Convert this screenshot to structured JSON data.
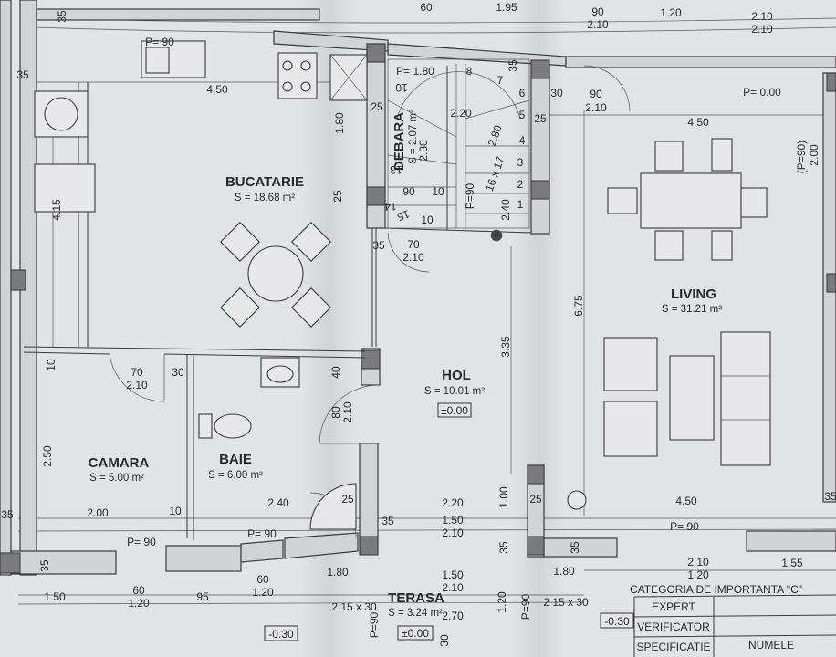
{
  "rooms": {
    "bucatarie": {
      "name": "BUCATARIE",
      "area": "S = 18.68 m²"
    },
    "debara": {
      "name": "DEBARA",
      "area": "S = 2.07 m²"
    },
    "hol": {
      "name": "HOL",
      "area": "S = 10.01 m²"
    },
    "living": {
      "name": "LIVING",
      "area": "S = 31.21 m²"
    },
    "camara": {
      "name": "CAMARA",
      "area": "S = 5.00 m²"
    },
    "baie": {
      "name": "BAIE",
      "area": "S = 6.00 m²"
    },
    "terasa": {
      "name": "TERASA",
      "area": "S = 3.24 m²"
    }
  },
  "levels": {
    "hol": "±0.00",
    "terasa": "±0.00",
    "left": "-0.30",
    "right": "-0.30"
  },
  "stair": {
    "steps": [
      "1",
      "2",
      "3",
      "4",
      "5",
      "6",
      "7",
      "8",
      "10",
      "13",
      "14",
      "15"
    ],
    "spec": "16 x 17",
    "run": "2.80"
  },
  "dims": [
    "60",
    "1.95",
    "90",
    "2.10",
    "1.20",
    "2.10",
    "2.10",
    "35",
    "P= 90",
    "4.50",
    "P= 1.80",
    "35",
    "30",
    "90",
    "2.10",
    "P= 0.00",
    "4.50",
    "(P=90)",
    "2.00",
    "35",
    "1.80",
    "25",
    "2.20",
    "4.15",
    "25",
    "90",
    "10",
    "35",
    "70",
    "2.10",
    "2.40",
    "P=90",
    "6.75",
    "3.35",
    "10",
    "70",
    "2.10",
    "30",
    "40",
    "80",
    "2.10",
    "2.50",
    "2.00",
    "10",
    "2.40",
    "25",
    "2.20",
    "1.50",
    "2.10",
    "35",
    "1.00",
    "25",
    "4.50",
    "P= 90",
    "35",
    "P= 90",
    "P= 90",
    "35",
    "35",
    "1.50",
    "60",
    "1.20",
    "95",
    "60",
    "1.20",
    "1.80",
    "1.50",
    "2.10",
    "2.70",
    "1.80",
    "1.20",
    "P=90",
    "2 15 x 30",
    "2 15 x 30",
    "P=90",
    "30",
    "35",
    "35",
    "2.10",
    "1.20",
    "1.55",
    "2.30",
    "25",
    "10"
  ],
  "title_block": {
    "category": "CATEGORIA DE IMPORTANTA \"C\"",
    "rows": [
      "EXPERT",
      "VERIFICATOR",
      "SPECIFICATIE"
    ],
    "names_header": "NUMELE"
  }
}
